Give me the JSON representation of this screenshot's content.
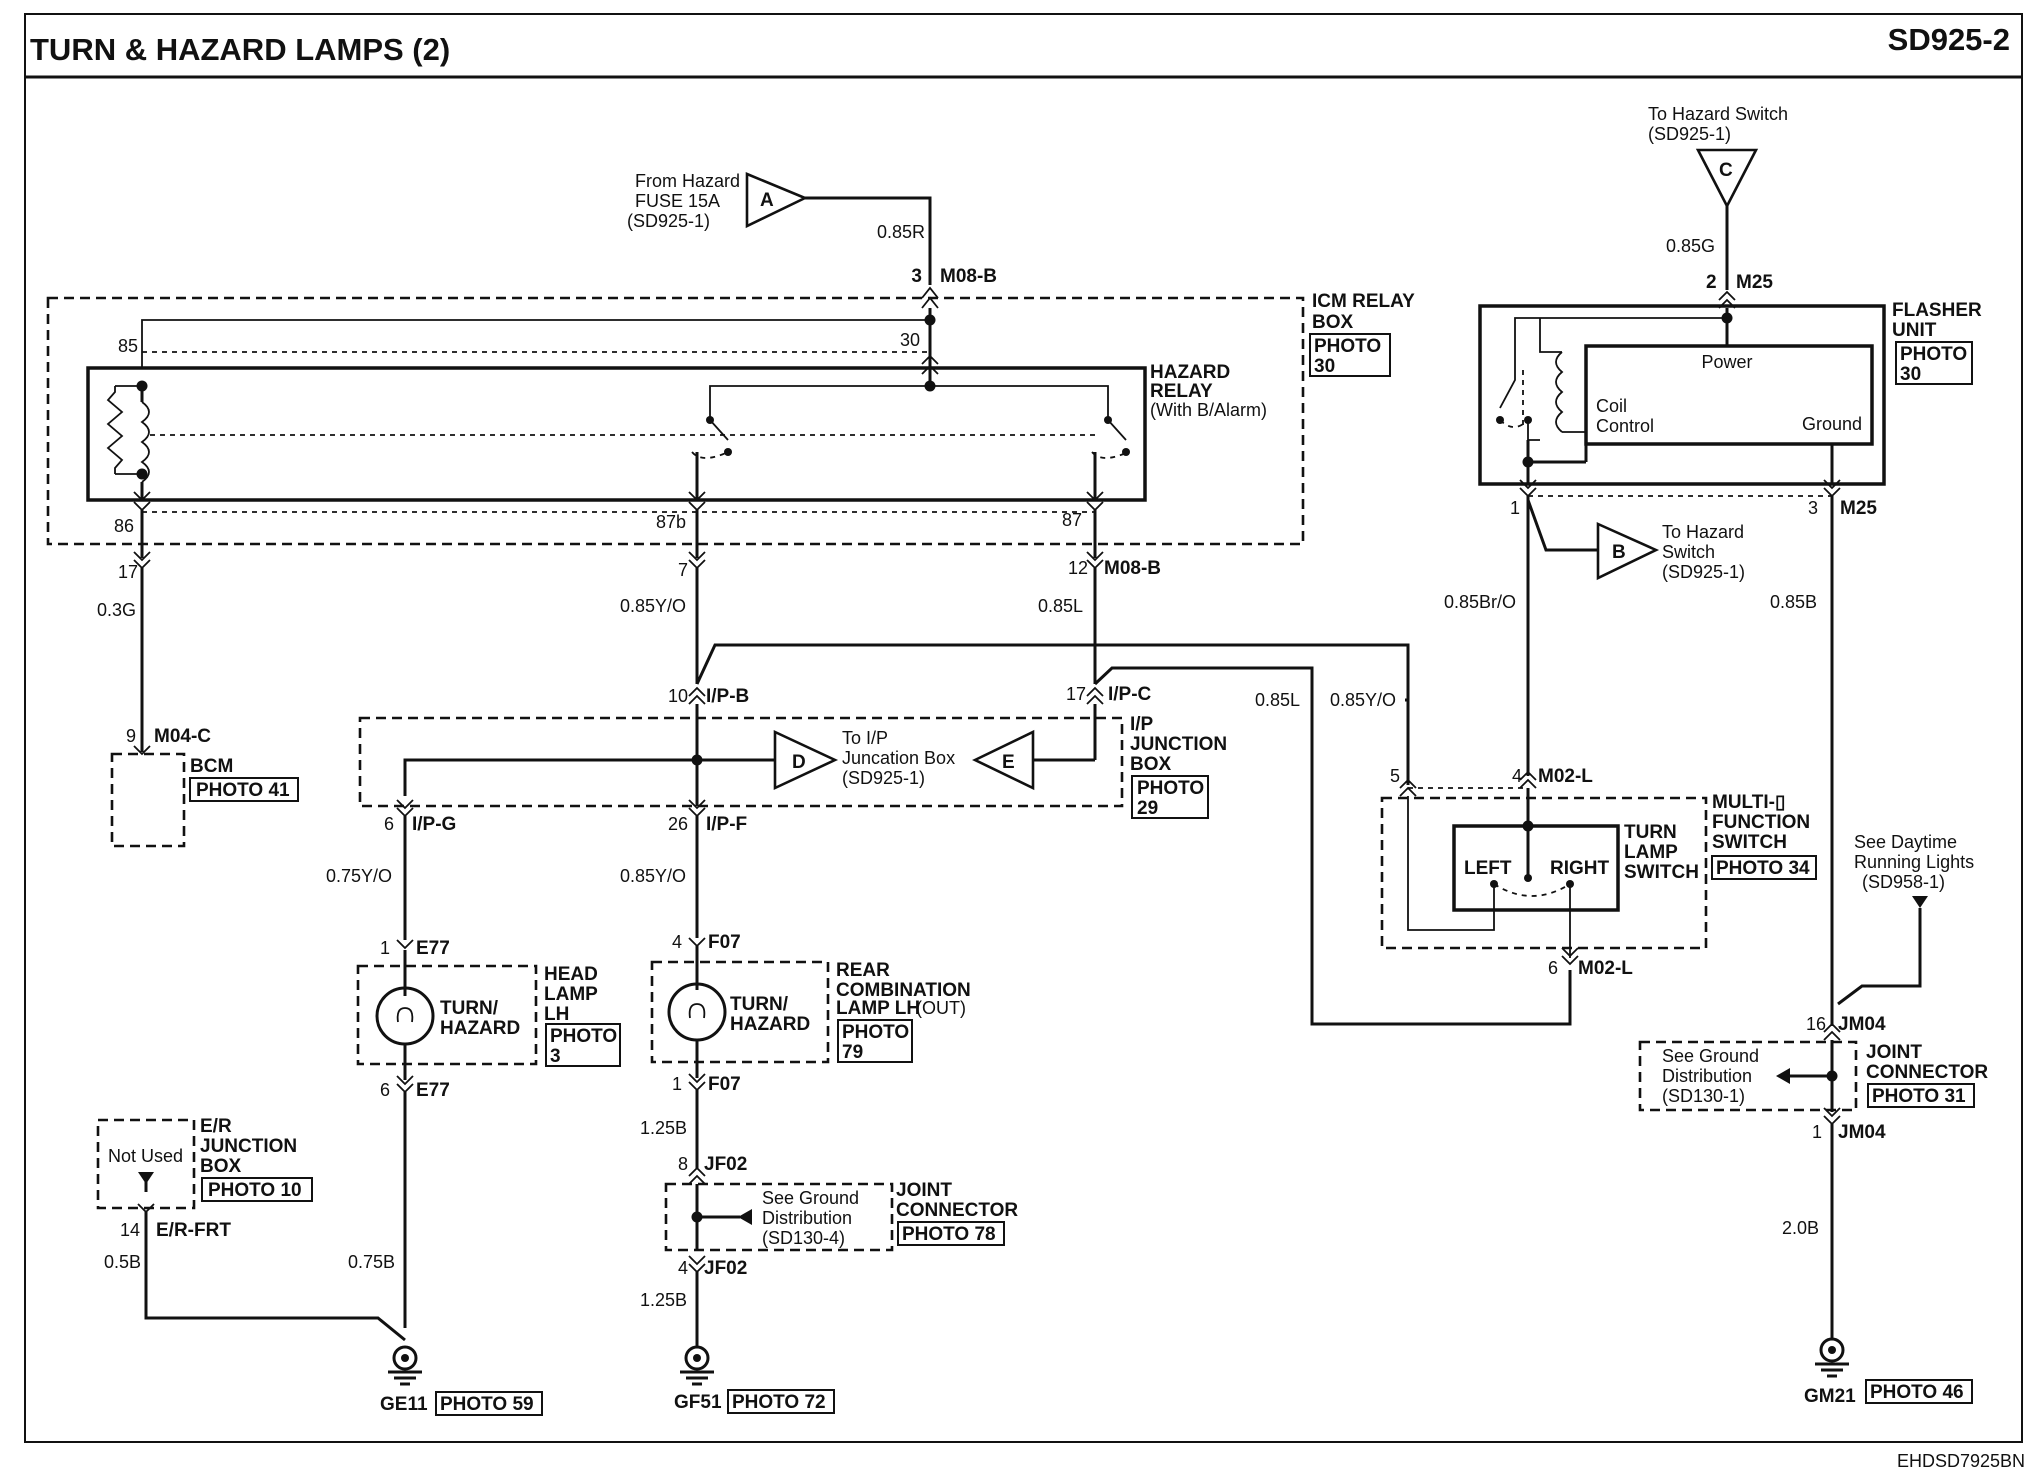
{
  "title": "TURN & HAZARD LAMPS (2)",
  "page_code": "SD925-2",
  "footer_code": "EHDSD7925BN",
  "sources": {
    "a_label": "A",
    "a_text": [
      "From Hazard",
      "FUSE 15A",
      "(SD925-1)"
    ],
    "c_label": "C",
    "c_text": [
      "To Hazard Switch",
      "(SD925-1)"
    ],
    "b_label": "B",
    "b_text": [
      "To Hazard",
      "Switch",
      "(SD925-1)"
    ],
    "d_label": "D",
    "e_label": "E",
    "de_text": [
      "To I/P",
      "Juncation Box",
      "(SD925-1)"
    ],
    "drl_text": [
      "See Daytime",
      "Running Lights",
      "(SD958-1)"
    ]
  },
  "icm": {
    "title": [
      "ICM RELAY",
      "BOX"
    ],
    "photo": [
      "PHOTO",
      "30"
    ],
    "relay_title": [
      "HAZARD",
      "RELAY"
    ],
    "relay_sub": "(With B/Alarm)",
    "pin85": "85",
    "pin30": "30",
    "pin86": "86",
    "pin87b": "87b",
    "pin87": "87"
  },
  "flasher": {
    "title": [
      "FLASHER",
      "UNIT"
    ],
    "photo": [
      "PHOTO",
      "30"
    ],
    "power": "Power",
    "coil": [
      "Coil",
      "Control"
    ],
    "ground": "Ground"
  },
  "bcm": {
    "title": "BCM",
    "photo": "PHOTO 41"
  },
  "ipjb": {
    "title": [
      "I/P",
      "JUNCTION",
      "BOX"
    ],
    "photo": [
      "PHOTO",
      "29"
    ]
  },
  "mfs": {
    "title": [
      "MULTI-▯",
      "FUNCTION",
      "SWITCH"
    ],
    "photo": "PHOTO 34",
    "sw_title": [
      "TURN",
      "LAMP",
      "SWITCH"
    ],
    "left": "LEFT",
    "right": "RIGHT"
  },
  "headlamp": {
    "title": [
      "HEAD",
      "LAMP",
      "LH"
    ],
    "photo": [
      "PHOTO",
      "3"
    ],
    "bulb": [
      "TURN/",
      "HAZARD"
    ]
  },
  "rearlamp": {
    "title": [
      "REAR",
      "COMBINATION"
    ],
    "title3": "LAMP LH",
    "title3b": "(OUT)",
    "photo": [
      "PHOTO",
      "79"
    ],
    "bulb": [
      "TURN/",
      "HAZARD"
    ]
  },
  "erjb": {
    "title": [
      "E/R",
      "JUNCTION",
      "BOX"
    ],
    "photo": "PHOTO 10",
    "notused": "Not Used"
  },
  "jf02": {
    "title": [
      "JOINT",
      "CONNECTOR"
    ],
    "photo": "PHOTO 78",
    "note": [
      "See Ground",
      "Distribution",
      "(SD130-4)"
    ]
  },
  "jm04": {
    "title": [
      "JOINT",
      "CONNECTOR"
    ],
    "photo": "PHOTO 31",
    "note": [
      "See Ground",
      "Distribution",
      "(SD130-1)"
    ]
  },
  "grounds": {
    "ge11": "GE11",
    "ge11_photo": "PHOTO 59",
    "gf51": "GF51",
    "gf51_photo": "PHOTO 72",
    "gm21": "GM21",
    "gm21_photo": "PHOTO 46"
  },
  "wires": {
    "w085R": "0.85R",
    "w085G": "0.85G",
    "w03G": "0.3G",
    "w085YO_a": "0.85Y/O",
    "w085L_a": "0.85L",
    "w085BrO": "0.85Br/O",
    "w085B": "0.85B",
    "w085L_b": "0.85L",
    "w085YO_b": "0.85Y/O",
    "w075YO": "0.75Y/O",
    "w085YO_c": "0.85Y/O",
    "w125B_a": "1.25B",
    "w125B_b": "1.25B",
    "w05B": "0.5B",
    "w075B": "0.75B",
    "w20B": "2.0B"
  },
  "connectors": {
    "m08b_top": "M08-B",
    "m08b_bot": "M08-B",
    "m25_top": "M25",
    "m25_bot": "M25",
    "m04c": "M04-C",
    "ipb": "I/P-B",
    "ipc": "I/P-C",
    "ipg": "I/P-G",
    "ipf": "I/P-F",
    "m02l_top": "M02-L",
    "m02l_bot": "M02-L",
    "e77_top": "E77",
    "e77_bot": "E77",
    "f07_top": "F07",
    "f07_bot": "F07",
    "jf02_top": "JF02",
    "jf02_bot": "JF02",
    "jm04_top": "JM04",
    "jm04_bot": "JM04",
    "erfrt": "E/R-FRT"
  },
  "pins": {
    "p3": "3",
    "p2": "2",
    "p17a": "17",
    "p7": "7",
    "p12": "12",
    "p1": "1",
    "p3b": "3",
    "p9": "9",
    "p10": "10",
    "p17b": "17",
    "p5": "5",
    "p4": "4",
    "p6a": "6",
    "p26": "26",
    "p6b": "6",
    "p1e": "1",
    "p4f": "4",
    "p6e": "6",
    "p1f": "1",
    "p8": "8",
    "p4j": "4",
    "p14": "14",
    "p16": "16",
    "p1j": "1"
  }
}
